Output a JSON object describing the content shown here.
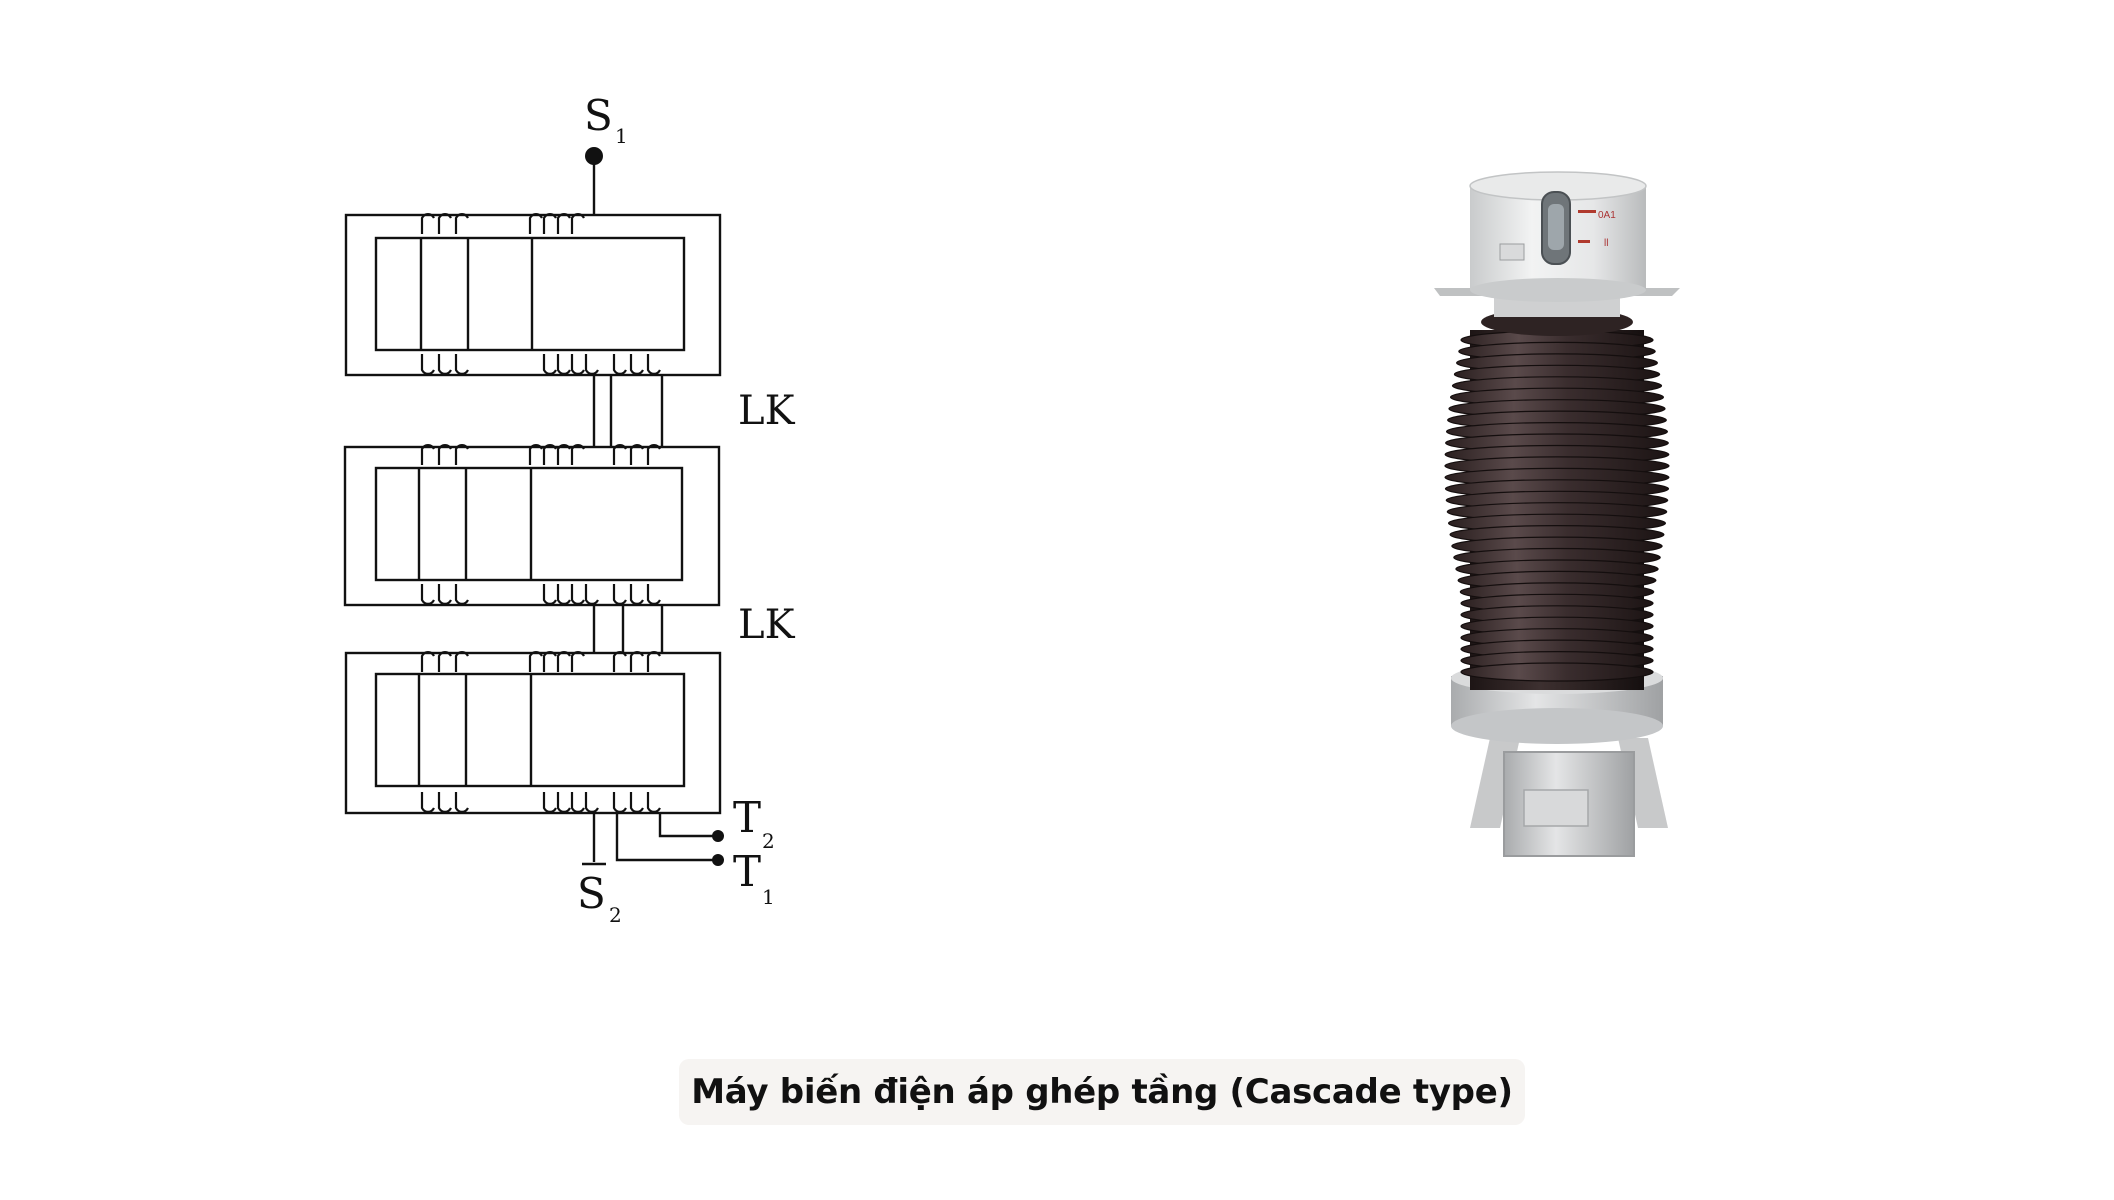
{
  "schematic": {
    "terminal_top": "S",
    "terminal_top_sub": "1",
    "terminal_bottom": "S",
    "terminal_bottom_sub": "2",
    "output_1": "T",
    "output_1_sub": "1",
    "output_2": "T",
    "output_2_sub": "2",
    "coupling_label_1": "LK",
    "coupling_label_2": "LK",
    "stage_count": 3
  },
  "photo": {
    "nameplate_mark_1": "0A1",
    "nameplate_mark_2": "ll"
  },
  "caption": {
    "text": "Máy biến điện áp ghép tầng (Cascade type)"
  }
}
